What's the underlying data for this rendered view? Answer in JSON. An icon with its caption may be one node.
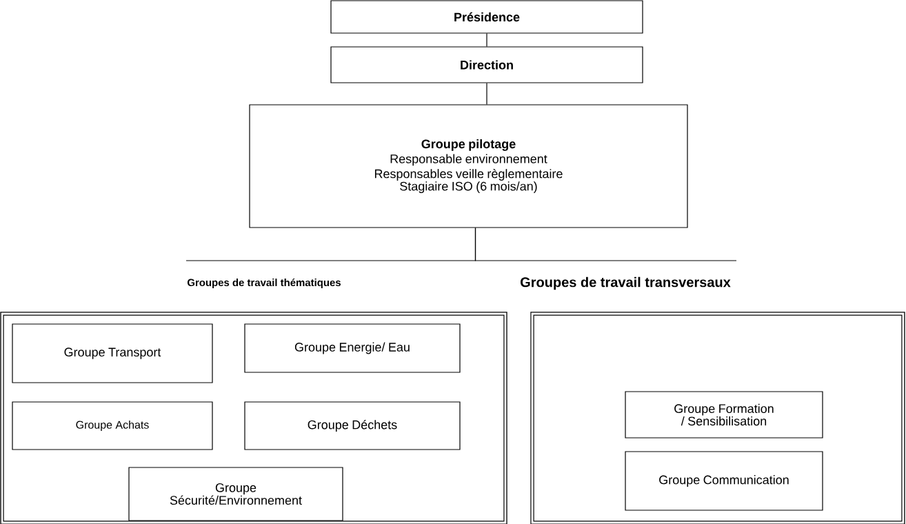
{
  "diagram": {
    "nodes": [
      {
        "text": [
          "Présidence"
        ]
      },
      {
        "text": [
          "Direction"
        ]
      },
      {
        "text": [
          "Groupe pilotage",
          "Responsable environnement",
          "Responsables veille règlementaire",
          "Stagiaire ISO (6 mois/an)"
        ]
      },
      {
        "text": [
          "Groupes de travail thématiques"
        ]
      },
      {
        "text": [
          "Groupe Transport"
        ],
        "in": 3
      },
      {
        "text": [
          "Groupe Energie/ Eau"
        ],
        "in": 3
      },
      {
        "text": [
          "Groupe Achats"
        ],
        "in": 3
      },
      {
        "text": [
          "Groupe Déchets"
        ],
        "in": 3
      },
      {
        "text": [
          "Groupe Sécurité/Environnement"
        ],
        "in": 3
      },
      {
        "text": [
          "Groupes de travail transversaux"
        ]
      },
      {
        "text": [
          "Groupe Formation / Sensibilisation"
        ],
        "in": 9
      },
      {
        "text": [
          "Groupe Communication"
        ],
        "in": 9
      }
    ],
    "edges": [
      {
        "from": 0,
        "to": 1,
        "arrow": "none"
      },
      {
        "from": 1,
        "to": 2,
        "arrow": "none"
      },
      {
        "from": 2,
        "to": 3,
        "arrow": "none"
      },
      {
        "from": 2,
        "to": 9,
        "arrow": "none"
      }
    ]
  }
}
